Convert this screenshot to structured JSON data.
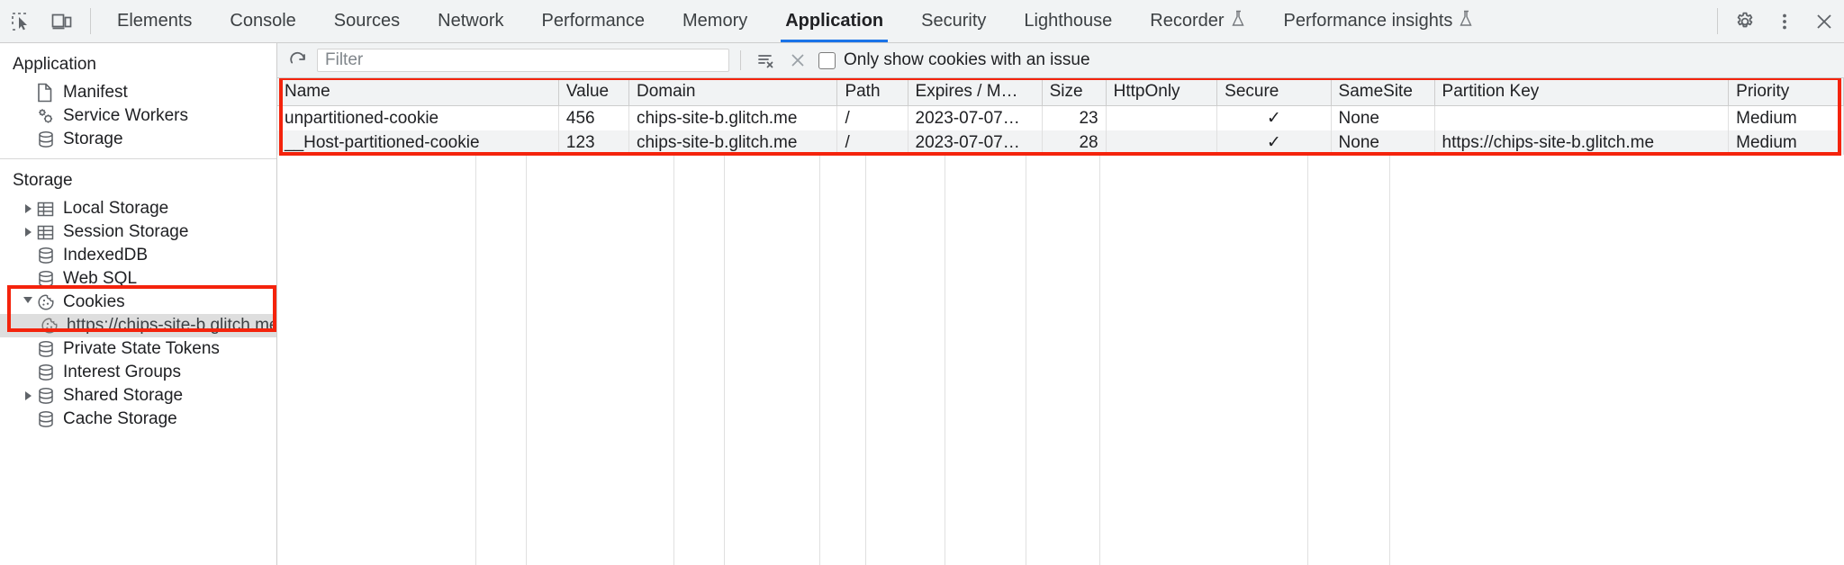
{
  "toolbar": {
    "inspect_icon": "inspect-element-icon",
    "device_icon": "device-toolbar-icon",
    "tabs": [
      {
        "label": "Elements",
        "selected": false,
        "experimental": false
      },
      {
        "label": "Console",
        "selected": false,
        "experimental": false
      },
      {
        "label": "Sources",
        "selected": false,
        "experimental": false
      },
      {
        "label": "Network",
        "selected": false,
        "experimental": false
      },
      {
        "label": "Performance",
        "selected": false,
        "experimental": false
      },
      {
        "label": "Memory",
        "selected": false,
        "experimental": false
      },
      {
        "label": "Application",
        "selected": true,
        "experimental": false
      },
      {
        "label": "Security",
        "selected": false,
        "experimental": false
      },
      {
        "label": "Lighthouse",
        "selected": false,
        "experimental": false
      },
      {
        "label": "Recorder",
        "selected": false,
        "experimental": true
      },
      {
        "label": "Performance insights",
        "selected": false,
        "experimental": true
      }
    ],
    "settings_icon": "gear-icon",
    "more_icon": "more-vertical-icon",
    "close_icon": "close-icon"
  },
  "sidebar": {
    "sections": [
      {
        "title": "Application",
        "items": [
          {
            "label": "Manifest",
            "icon": "manifest-document-icon",
            "twisty": "none",
            "indent": 1,
            "selected": false
          },
          {
            "label": "Service Workers",
            "icon": "service-workers-gears-icon",
            "twisty": "none",
            "indent": 1,
            "selected": false
          },
          {
            "label": "Storage",
            "icon": "database-icon",
            "twisty": "none",
            "indent": 1,
            "selected": false
          }
        ]
      },
      {
        "title": "Storage",
        "items": [
          {
            "label": "Local Storage",
            "icon": "table-grid-icon",
            "twisty": "closed",
            "indent": 1,
            "selected": false
          },
          {
            "label": "Session Storage",
            "icon": "table-grid-icon",
            "twisty": "closed",
            "indent": 1,
            "selected": false
          },
          {
            "label": "IndexedDB",
            "icon": "database-icon",
            "twisty": "none",
            "indent": 1,
            "selected": false
          },
          {
            "label": "Web SQL",
            "icon": "database-icon",
            "twisty": "none",
            "indent": 1,
            "selected": false
          },
          {
            "label": "Cookies",
            "icon": "cookie-icon",
            "twisty": "open",
            "indent": 1,
            "selected": false
          },
          {
            "label": "https://chips-site-b.glitch.me",
            "icon": "cookie-icon",
            "twisty": "none",
            "indent": 2,
            "selected": true
          },
          {
            "label": "Private State Tokens",
            "icon": "database-icon",
            "twisty": "none",
            "indent": 1,
            "selected": false
          },
          {
            "label": "Interest Groups",
            "icon": "database-icon",
            "twisty": "none",
            "indent": 1,
            "selected": false
          },
          {
            "label": "Shared Storage",
            "icon": "database-icon",
            "twisty": "closed",
            "indent": 1,
            "selected": false
          },
          {
            "label": "Cache Storage",
            "icon": "database-icon",
            "twisty": "none",
            "indent": 1,
            "selected": false
          }
        ]
      }
    ]
  },
  "filterbar": {
    "refresh_icon": "refresh-icon",
    "filter_placeholder": "Filter",
    "filter_value": "",
    "clear_all_icon": "clear-all-cookies-icon",
    "clear_filter_icon": "close-x-icon",
    "issue_checkbox_label": "Only show cookies with an issue",
    "issue_checkbox_checked": false
  },
  "table": {
    "columns": [
      {
        "label": "Name",
        "align": "left",
        "width": "220"
      },
      {
        "label": "Value",
        "align": "left",
        "width": "55"
      },
      {
        "label": "Domain",
        "align": "left",
        "width": "163"
      },
      {
        "label": "Path",
        "align": "left",
        "width": "55"
      },
      {
        "label": "Expires / M…",
        "align": "left",
        "width": "105"
      },
      {
        "label": "Size",
        "align": "right",
        "width": "50"
      },
      {
        "label": "HttpOnly",
        "align": "left",
        "width": "87"
      },
      {
        "label": "Secure",
        "align": "left",
        "width": "89"
      },
      {
        "label": "SameSite",
        "align": "left",
        "width": "81"
      },
      {
        "label": "Partition Key",
        "align": "left",
        "width": "230"
      },
      {
        "label": "Priority",
        "align": "left",
        "width": "90"
      }
    ],
    "rows": [
      {
        "name": "unpartitioned-cookie",
        "value": "456",
        "domain": "chips-site-b.glitch.me",
        "path": "/",
        "expires": "2023-07-07…",
        "size": "23",
        "httponly": "",
        "secure": "✓",
        "samesite": "None",
        "partition_key": "",
        "priority": "Medium"
      },
      {
        "name": "__Host-partitioned-cookie",
        "value": "123",
        "domain": "chips-site-b.glitch.me",
        "path": "/",
        "expires": "2023-07-07…",
        "size": "28",
        "httponly": "",
        "secure": "✓",
        "samesite": "None",
        "partition_key": "https://chips-site-b.glitch.me",
        "priority": "Medium"
      }
    ]
  },
  "annotations": {
    "highlight_color": "#f4230c",
    "boxes": [
      {
        "name": "cookies-tree-highlight"
      },
      {
        "name": "cookie-table-highlight"
      }
    ]
  }
}
